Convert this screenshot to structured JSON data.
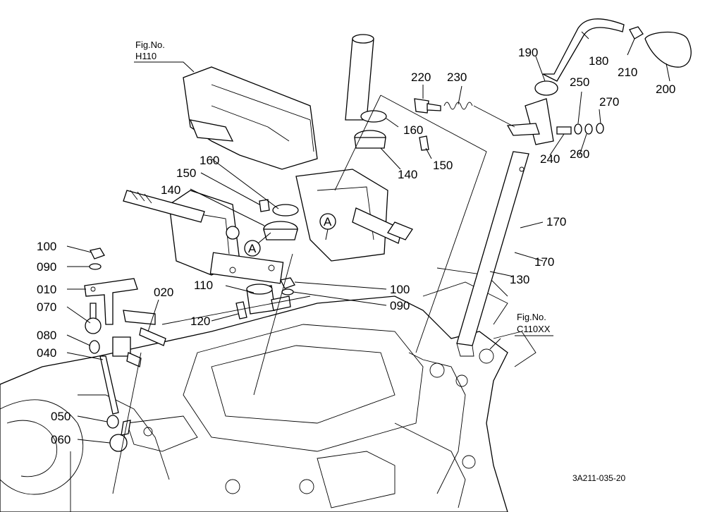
{
  "figure_refs": [
    {
      "id": "fig-h110",
      "line1": "Fig.No.",
      "line2": "H110"
    },
    {
      "id": "fig-c110xx",
      "line1": "Fig.No.",
      "line2": "C110XX"
    }
  ],
  "callouts": {
    "A_left": "A",
    "A_right": "A"
  },
  "parts": [
    {
      "key": "p190",
      "label": "190"
    },
    {
      "key": "p180",
      "label": "180"
    },
    {
      "key": "p210",
      "label": "210"
    },
    {
      "key": "p200",
      "label": "200"
    },
    {
      "key": "p220",
      "label": "220"
    },
    {
      "key": "p230",
      "label": "230"
    },
    {
      "key": "p250",
      "label": "250"
    },
    {
      "key": "p270",
      "label": "270"
    },
    {
      "key": "p160a",
      "label": "160"
    },
    {
      "key": "p150a",
      "label": "150"
    },
    {
      "key": "p140a",
      "label": "140"
    },
    {
      "key": "p240",
      "label": "240"
    },
    {
      "key": "p260",
      "label": "260"
    },
    {
      "key": "p160b",
      "label": "160"
    },
    {
      "key": "p150b",
      "label": "150"
    },
    {
      "key": "p140b",
      "label": "140"
    },
    {
      "key": "p170a",
      "label": "170"
    },
    {
      "key": "p170b",
      "label": "170"
    },
    {
      "key": "p130",
      "label": "130"
    },
    {
      "key": "p100a",
      "label": "100"
    },
    {
      "key": "p090a",
      "label": "090"
    },
    {
      "key": "p010",
      "label": "010"
    },
    {
      "key": "p070",
      "label": "070"
    },
    {
      "key": "p080",
      "label": "080"
    },
    {
      "key": "p040",
      "label": "040"
    },
    {
      "key": "p050",
      "label": "050"
    },
    {
      "key": "p060",
      "label": "060"
    },
    {
      "key": "p020",
      "label": "020"
    },
    {
      "key": "p110",
      "label": "110"
    },
    {
      "key": "p120",
      "label": "120"
    },
    {
      "key": "p100b",
      "label": "100"
    },
    {
      "key": "p090b",
      "label": "090"
    }
  ],
  "drawing_code": "3A211-035-20"
}
